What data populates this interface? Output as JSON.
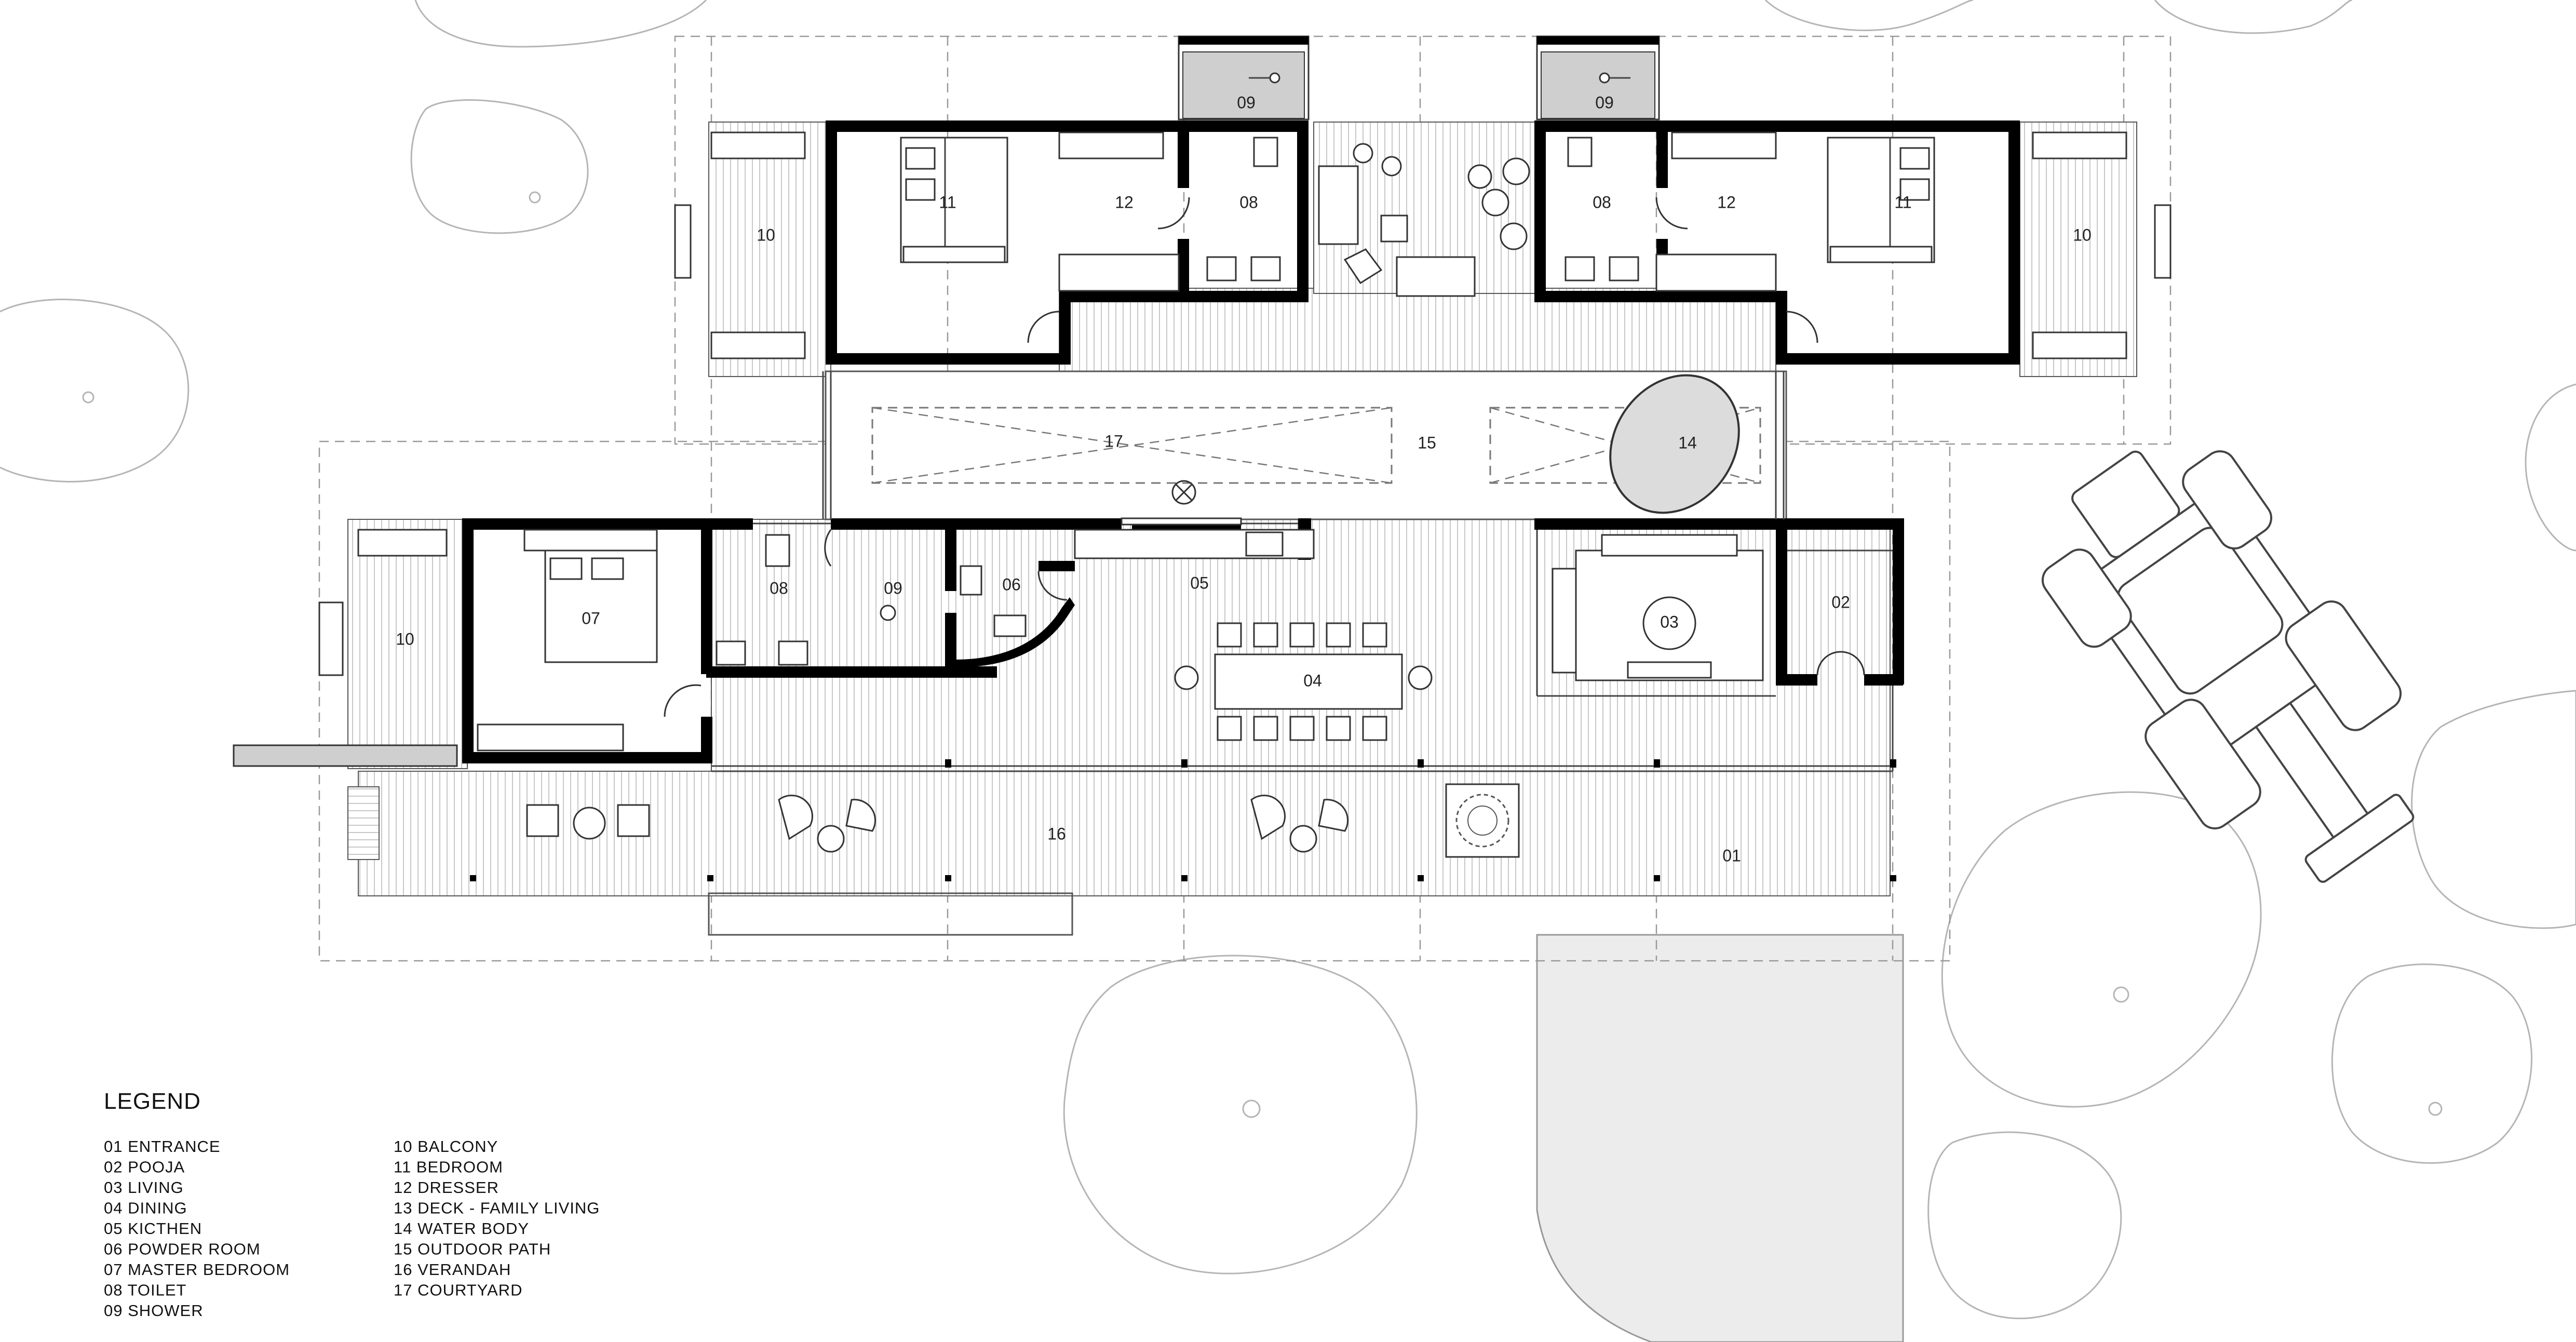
{
  "rooms": {
    "r01": "01",
    "r02": "02",
    "r03": "03",
    "r04": "04",
    "r05": "05",
    "r06": "06",
    "r07": "07",
    "r08a": "08",
    "r08b": "08",
    "r08c": "08",
    "r09a": "09",
    "r09b": "09",
    "r09c": "09",
    "r10a": "10",
    "r10b": "10",
    "r10c": "10",
    "r11a": "11",
    "r11b": "11",
    "r12a": "12",
    "r12b": "12",
    "r14": "14",
    "r15": "15",
    "r16": "16",
    "r17": "17"
  },
  "legend": {
    "title": "LEGEND",
    "items": [
      "01  ENTRANCE",
      "02  POOJA",
      "03  LIVING",
      "04  DINING",
      "05  KICTHEN",
      "06  POWDER ROOM",
      "07  MASTER BEDROOM",
      "08  TOILET",
      "09  SHOWER",
      "10  BALCONY",
      "11  BEDROOM",
      "12  DRESSER",
      "13  DECK - FAMILY LIVING",
      "14  WATER BODY",
      "15  OUTDOOR PATH",
      "16  VERANDAH",
      "17  COURTYARD"
    ]
  }
}
